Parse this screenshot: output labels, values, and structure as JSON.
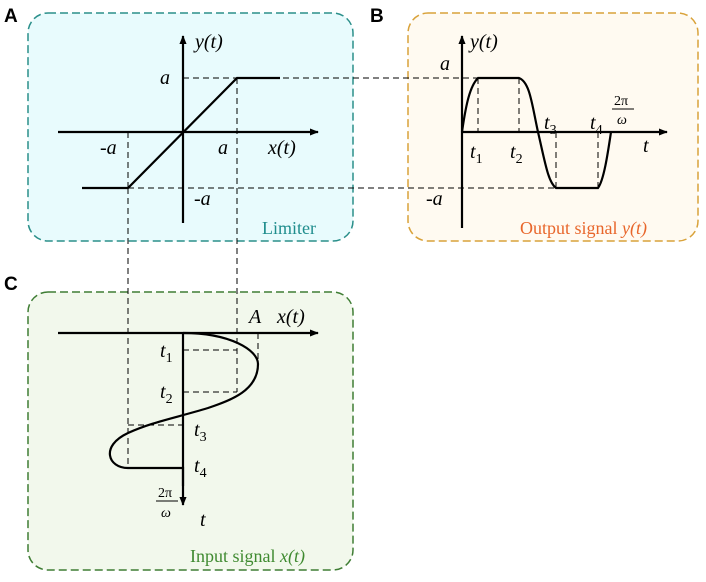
{
  "panels": {
    "A": {
      "letter": "A",
      "caption": "Limiter",
      "y_axis": "y(t)",
      "x_axis": "x(t)",
      "tick_pos_y": "a",
      "tick_neg_y": "-a",
      "tick_pos_x": "a",
      "tick_neg_x": "-a"
    },
    "B": {
      "letter": "B",
      "caption_text": "Output signal ",
      "caption_var": "y(t)",
      "y_axis": "y(t)",
      "t_axis": "t",
      "tick_pos_y": "a",
      "tick_neg_y": "-a",
      "t1": "t1",
      "t2": "t2",
      "t3": "t3",
      "t4": "t4",
      "period_num": "2π",
      "period_den": "ω"
    },
    "C": {
      "letter": "C",
      "caption_text": "Input signal ",
      "caption_var": "x(t)",
      "x_axis": "x(t)",
      "amplitude": "A",
      "t_axis": "t",
      "t1": "t1",
      "t2": "t2",
      "t3": "t3",
      "t4": "t4",
      "period_num": "2π",
      "period_den": "ω"
    }
  },
  "colors": {
    "panel_A_fill": "#e8fbfd",
    "panel_A_border": "#2a8f8a",
    "panel_A_caption": "#1f8d8d",
    "panel_B_fill": "#fffaf1",
    "panel_B_border": "#d9a23a",
    "panel_B_caption": "#e8662b",
    "panel_C_fill": "#f2f8ec",
    "panel_C_border": "#3f7d34",
    "panel_C_caption": "#3f8a30"
  }
}
